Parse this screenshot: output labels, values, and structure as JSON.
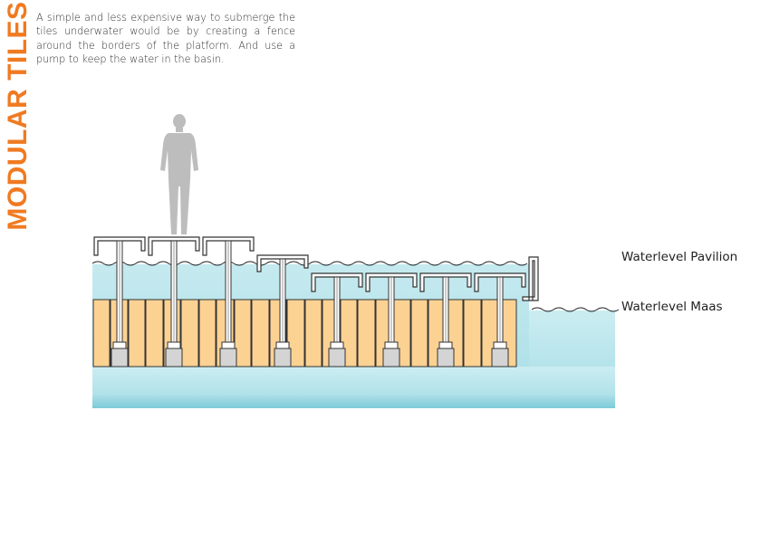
{
  "title": "MODULAR TILES",
  "description": "A simple and less expensive way to submerge the tiles underwater would be by creating a fence around the borders of the platform. And use a pump to keep the water in the basin.",
  "labels": {
    "waterlevel_pavilion": "Waterlevel Pavilion",
    "waterlevel_maas": "Waterlevel Maas"
  },
  "colors": {
    "title": "#f07a21",
    "water_top": "#c9ecf0",
    "water_bottom": "#7fcad8",
    "tile": "#fcd293",
    "footing": "#d4d4d4",
    "person": "#bdbdbd"
  },
  "diagram": {
    "person_icon": "person-silhouette-icon",
    "tile_count": 24,
    "upper_pedestals": 3,
    "lower_pedestals": 4
  }
}
